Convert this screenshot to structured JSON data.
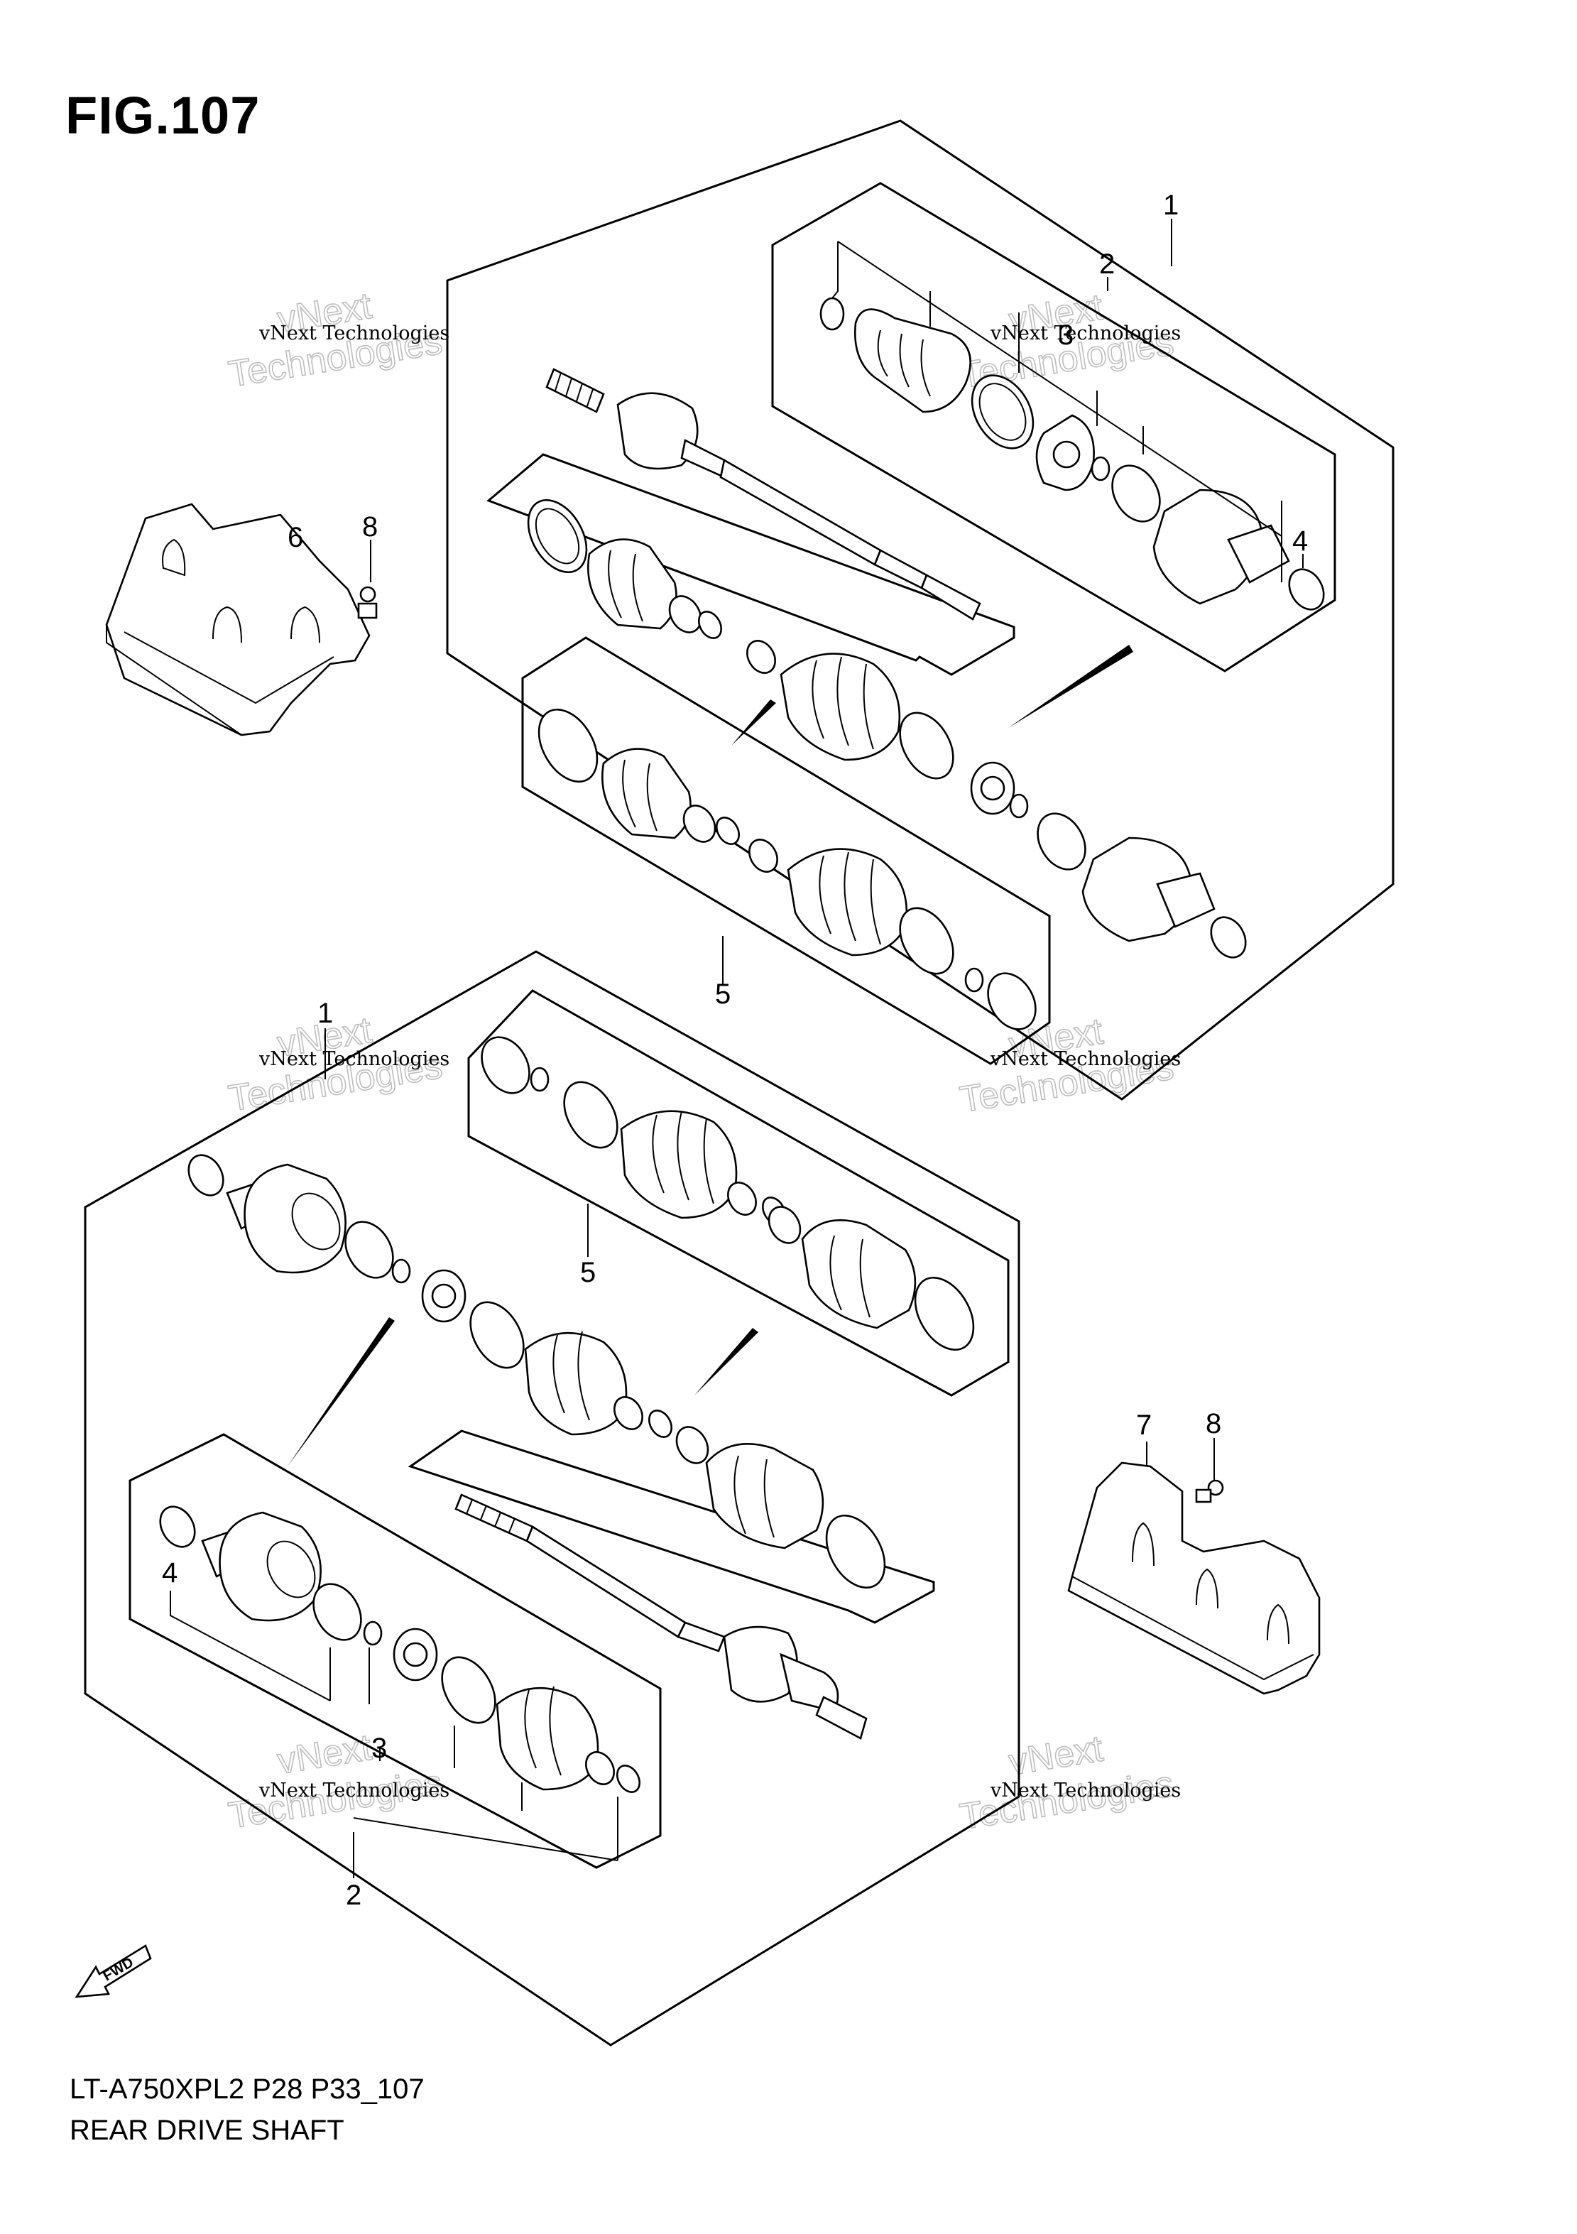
{
  "figure": {
    "title": "FIG.107",
    "model_code": "LT-A750XPL2 P28 P33_107",
    "caption": "REAR DRIVE SHAFT"
  },
  "callouts": {
    "top_1": "1",
    "top_2": "2",
    "top_3": "3",
    "top_4": "4",
    "top_5": "5",
    "top_6": "6",
    "top_8": "8",
    "bottom_1": "1",
    "bottom_2": "2",
    "bottom_3": "3",
    "bottom_4": "4",
    "bottom_5": "5",
    "bottom_7": "7",
    "bottom_8": "8"
  },
  "watermark": {
    "small": "vNext Technologies",
    "big_line1": "vNext",
    "big_line2": "Technologies"
  },
  "fwd_label": "FWD"
}
